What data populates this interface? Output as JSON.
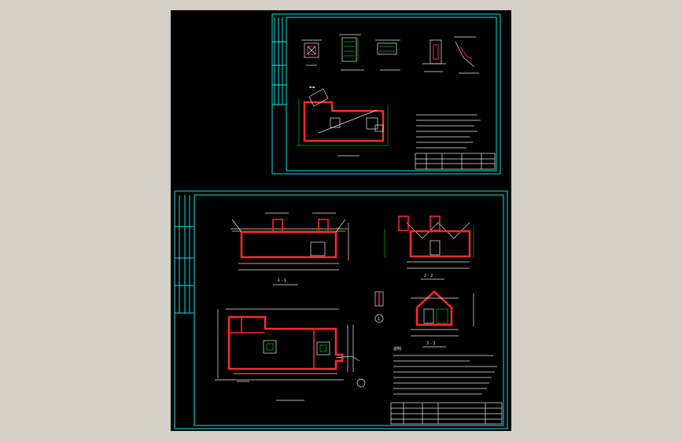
{
  "app": {
    "viewer": "CAD drawing viewer",
    "colors": {
      "background": "#d4d0c8",
      "canvas": "#000000",
      "border": "#00e5e5",
      "wall": "#ff2a2a",
      "line": "#e8e8e8"
    }
  },
  "sheet_top": {
    "labels": {
      "plan_title": "",
      "notes_heading": ""
    }
  },
  "sheet_bottom": {
    "labels": {
      "section_1": "1 - 1",
      "section_2": "2 - 2",
      "section_3": "3 - 3",
      "plan_title": "",
      "notes_heading": "说明",
      "detail_marker": "1"
    }
  }
}
